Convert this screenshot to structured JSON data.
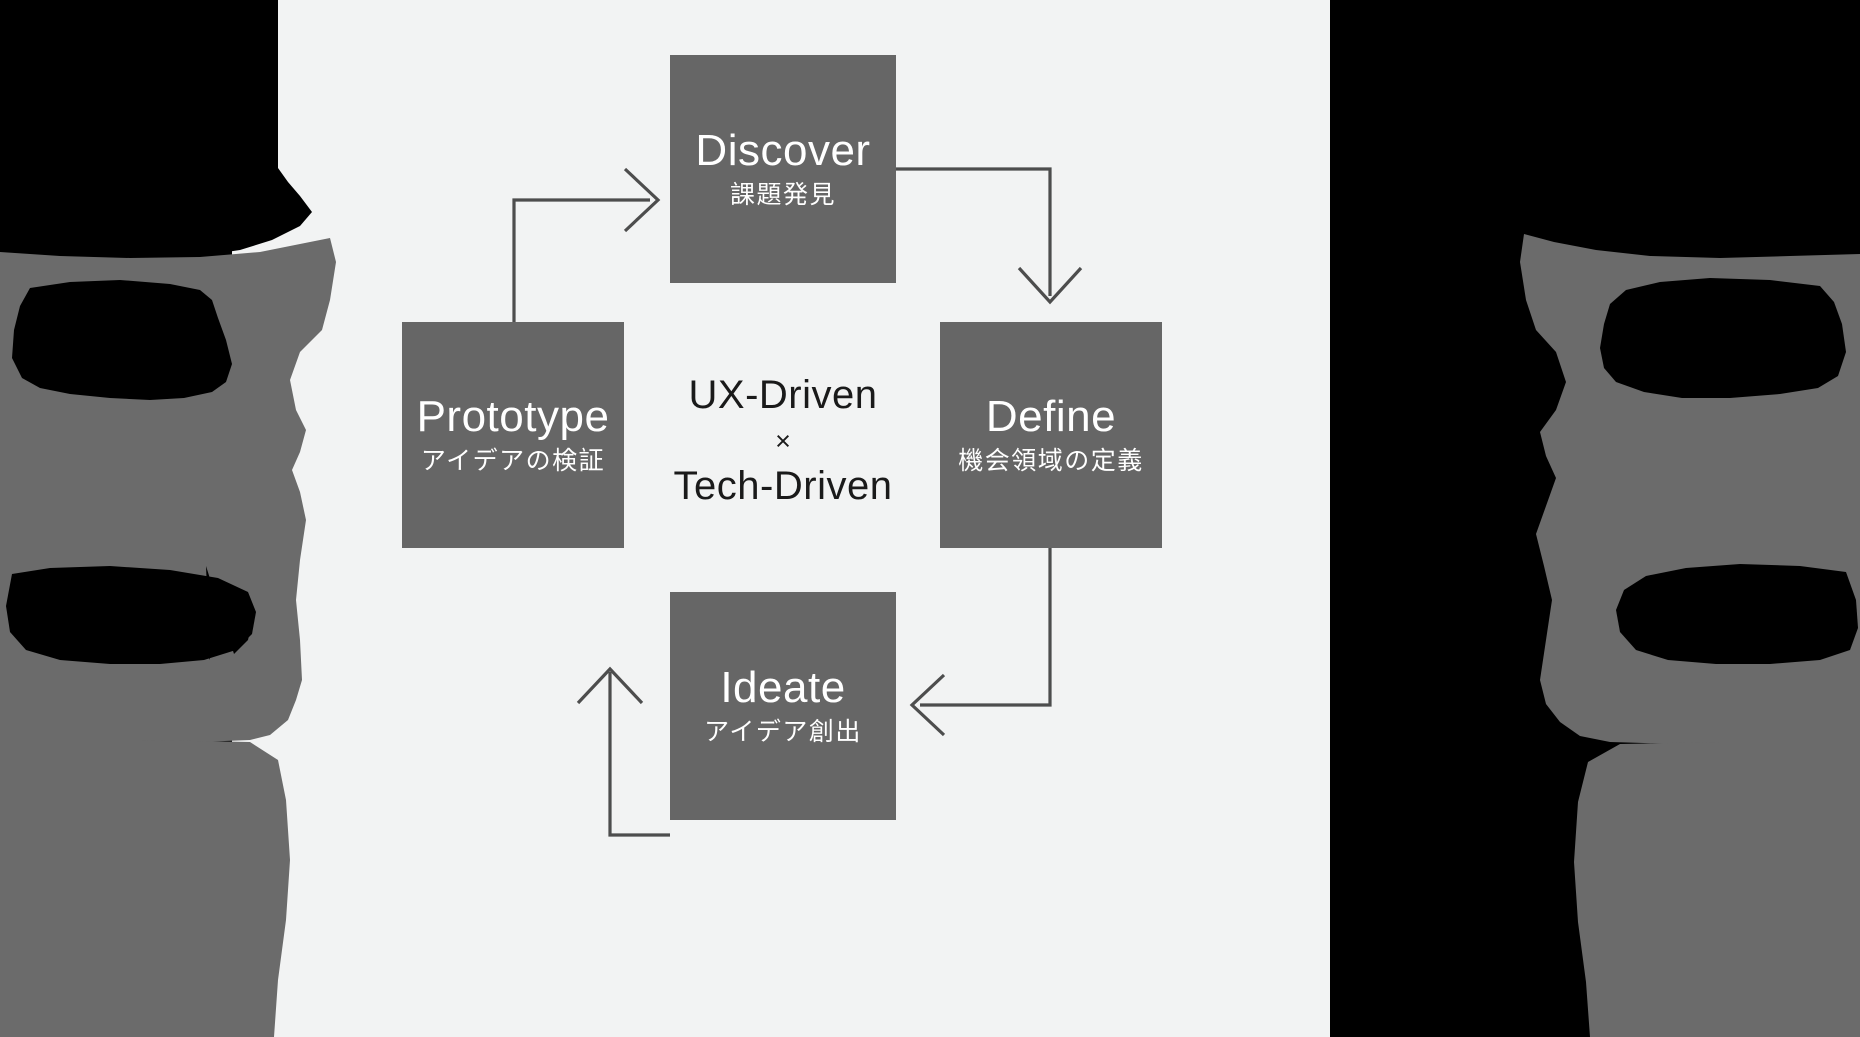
{
  "diagram": {
    "type": "cyclic-process-flow",
    "center": {
      "line1": "UX-Driven",
      "operator": "×",
      "line2": "Tech-Driven"
    },
    "nodes": [
      {
        "id": "discover",
        "en": "Discover",
        "ja": "課題発見"
      },
      {
        "id": "define",
        "en": "Define",
        "ja": "機会領域の定義"
      },
      {
        "id": "ideate",
        "en": "Ideate",
        "ja": "アイデア創出"
      },
      {
        "id": "prototype",
        "en": "Prototype",
        "ja": "アイデアの検証"
      }
    ],
    "flow": [
      {
        "from": "prototype",
        "to": "discover",
        "icon": "arrow-right-icon"
      },
      {
        "from": "discover",
        "to": "define",
        "icon": "arrow-down-icon"
      },
      {
        "from": "define",
        "to": "ideate",
        "icon": "arrow-left-icon"
      },
      {
        "from": "ideate",
        "to": "prototype",
        "icon": "arrow-up-icon"
      }
    ],
    "colors": {
      "canvas_background": "#f2f3f3",
      "node_fill": "#666666",
      "node_text": "#ffffff",
      "center_text": "#1a1a1a",
      "connector_stroke": "#4d4d4d",
      "mask_dark": "#000000",
      "mask_gray": "#6b6b6b"
    }
  }
}
